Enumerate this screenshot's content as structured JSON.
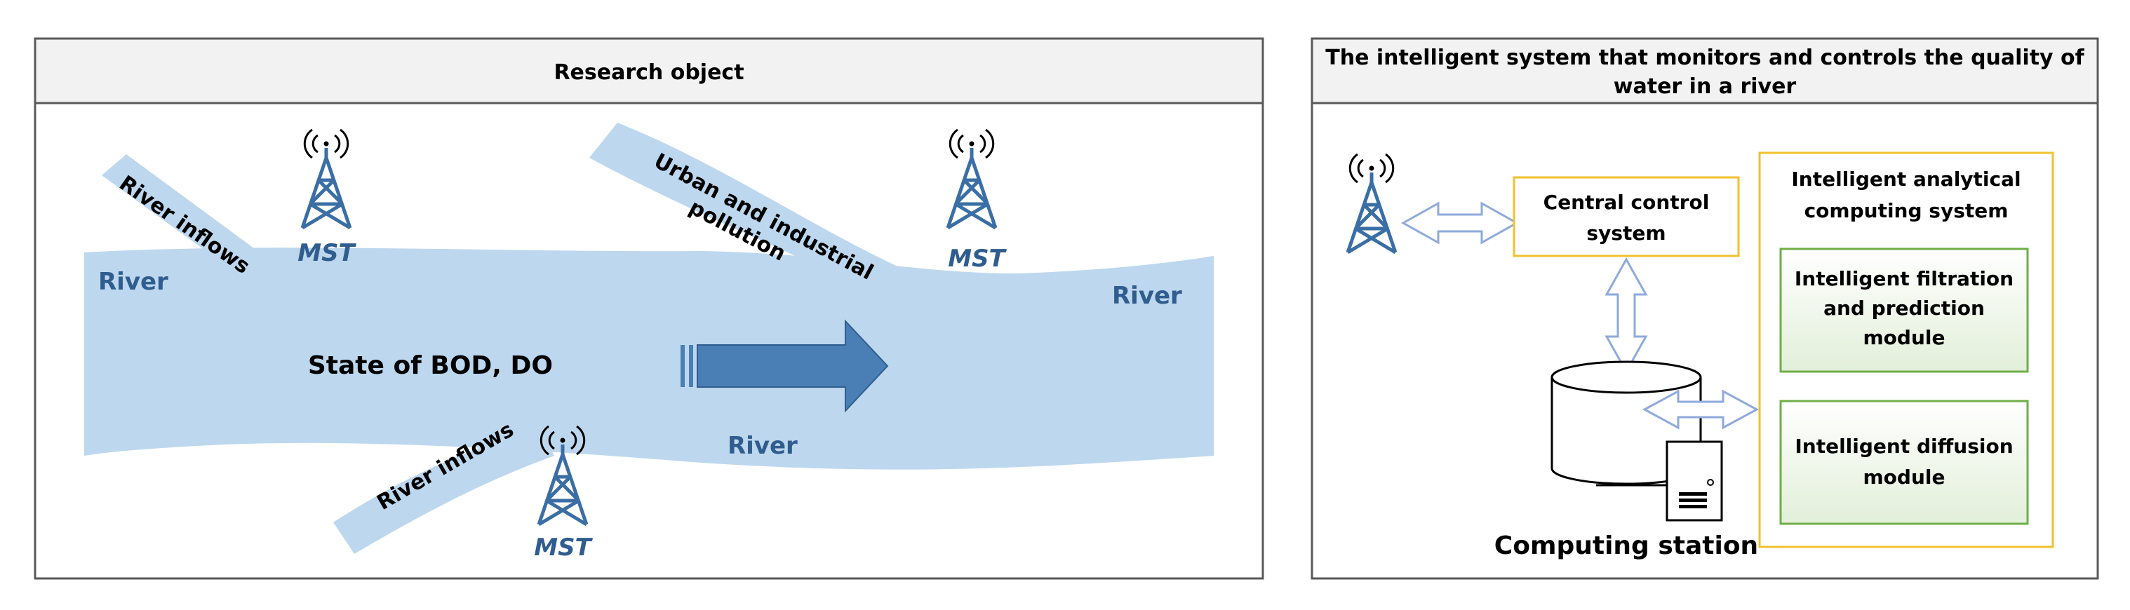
{
  "left_panel": {
    "title": "Research object",
    "river_labels": [
      "River",
      "River",
      "River"
    ],
    "inflow_top": "River inflows",
    "inflow_bottom": "River inflows",
    "pollution_line1": "Urban and industrial",
    "pollution_line2": "pollution",
    "state": "State of BOD, DO",
    "mst": [
      "MST",
      "MST",
      "MST"
    ]
  },
  "right_panel": {
    "title_line1": "The intelligent system that monitors and controls the quality of",
    "title_line2": "water in a river",
    "central_line1": "Central control",
    "central_line2": "system",
    "analytical_line1": "Intelligent analytical",
    "analytical_line2": "computing system",
    "filtration_line1": "Intelligent filtration",
    "filtration_line2": "and prediction",
    "filtration_line3": "module",
    "diffusion_line1": "Intelligent diffusion",
    "diffusion_line2": "module",
    "station": "Computing station"
  },
  "colors": {
    "river": "#bdd7ee",
    "flow_arrow": "#4a7fb5",
    "tower": "#3a6ea5",
    "central_border": "#f2c12e",
    "module_border": "#70ad47",
    "panel_border": "#595959",
    "header_fill": "#f2f2f2"
  },
  "icons": [
    "radio-tower-icon",
    "database-cylinder-icon",
    "server-icon"
  ]
}
